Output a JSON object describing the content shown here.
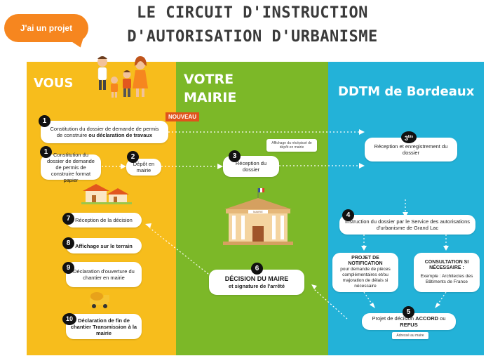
{
  "title": {
    "line1": "LE CIRCUIT D'INSTRUCTION",
    "line2": "D'AUTORISATION D'URBANISME"
  },
  "bubble": "J'ai un projet",
  "columns": {
    "vous": "VOUS",
    "mairie_l1": "VOTRE",
    "mairie_l2": "MAIRIE",
    "ddtm": "DDTM de Bordeaux"
  },
  "nouveau": "NOUVEAU",
  "steps": {
    "s1a": {
      "num": "1",
      "line1": "Constitution du dossier de demande de permis",
      "line2a": "de construire",
      "line2b": "ou déclaration de travaux"
    },
    "s1b": {
      "num": "1",
      "text": "Constitution du dossier de demande de permis de construire format papier"
    },
    "s2": {
      "num": "2",
      "text": "Dépôt en mairie"
    },
    "s3": {
      "num": "3",
      "text": "Réception du dossier",
      "note": "Affichage du récépissé de dépôt en mairie"
    },
    "s3bis": {
      "num": "3",
      "sup": "bis",
      "text": "Réception et enregistrement du dossier"
    },
    "s4": {
      "num": "4",
      "text": "Instruction du dossier par le Service des autorisations d'urbanisme de Grand Lac"
    },
    "notif": {
      "title": "PROJET DE NOTIFICATION",
      "text": "pour demande de pièces complémentaires et/ou majoration de délais si nécessaire"
    },
    "consult": {
      "title": "CONSULTATION SI NÉCESSAIRE :",
      "text": "Exemple : Architectes des Bâtiments de France"
    },
    "s5": {
      "num": "5",
      "pre": "Projet de décision",
      "accord": "ACCORD",
      "ou": "ou",
      "refus": "REFUS",
      "note": "Adressé au maire"
    },
    "s6": {
      "num": "6",
      "title": "DÉCISION DU MAIRE",
      "text": "et signature de l'arrêté"
    },
    "s7": {
      "num": "7",
      "text": "Réception de la décision"
    },
    "s8": {
      "num": "8",
      "text": "Affichage sur le terrain"
    },
    "s9": {
      "num": "9",
      "text": "Déclaration d'ouverture du chantier en mairie"
    },
    "s10": {
      "num": "10",
      "text": "Déclaration de fin de chantier Transmission à la mairie"
    }
  },
  "illustrations": {
    "mairie_sign": "MAIRIE"
  },
  "colors": {
    "yellow": "#f7bd1c",
    "green": "#7cb828",
    "blue": "#23b2d8",
    "orange": "#f6861f",
    "nouveau": "#e0531c"
  }
}
